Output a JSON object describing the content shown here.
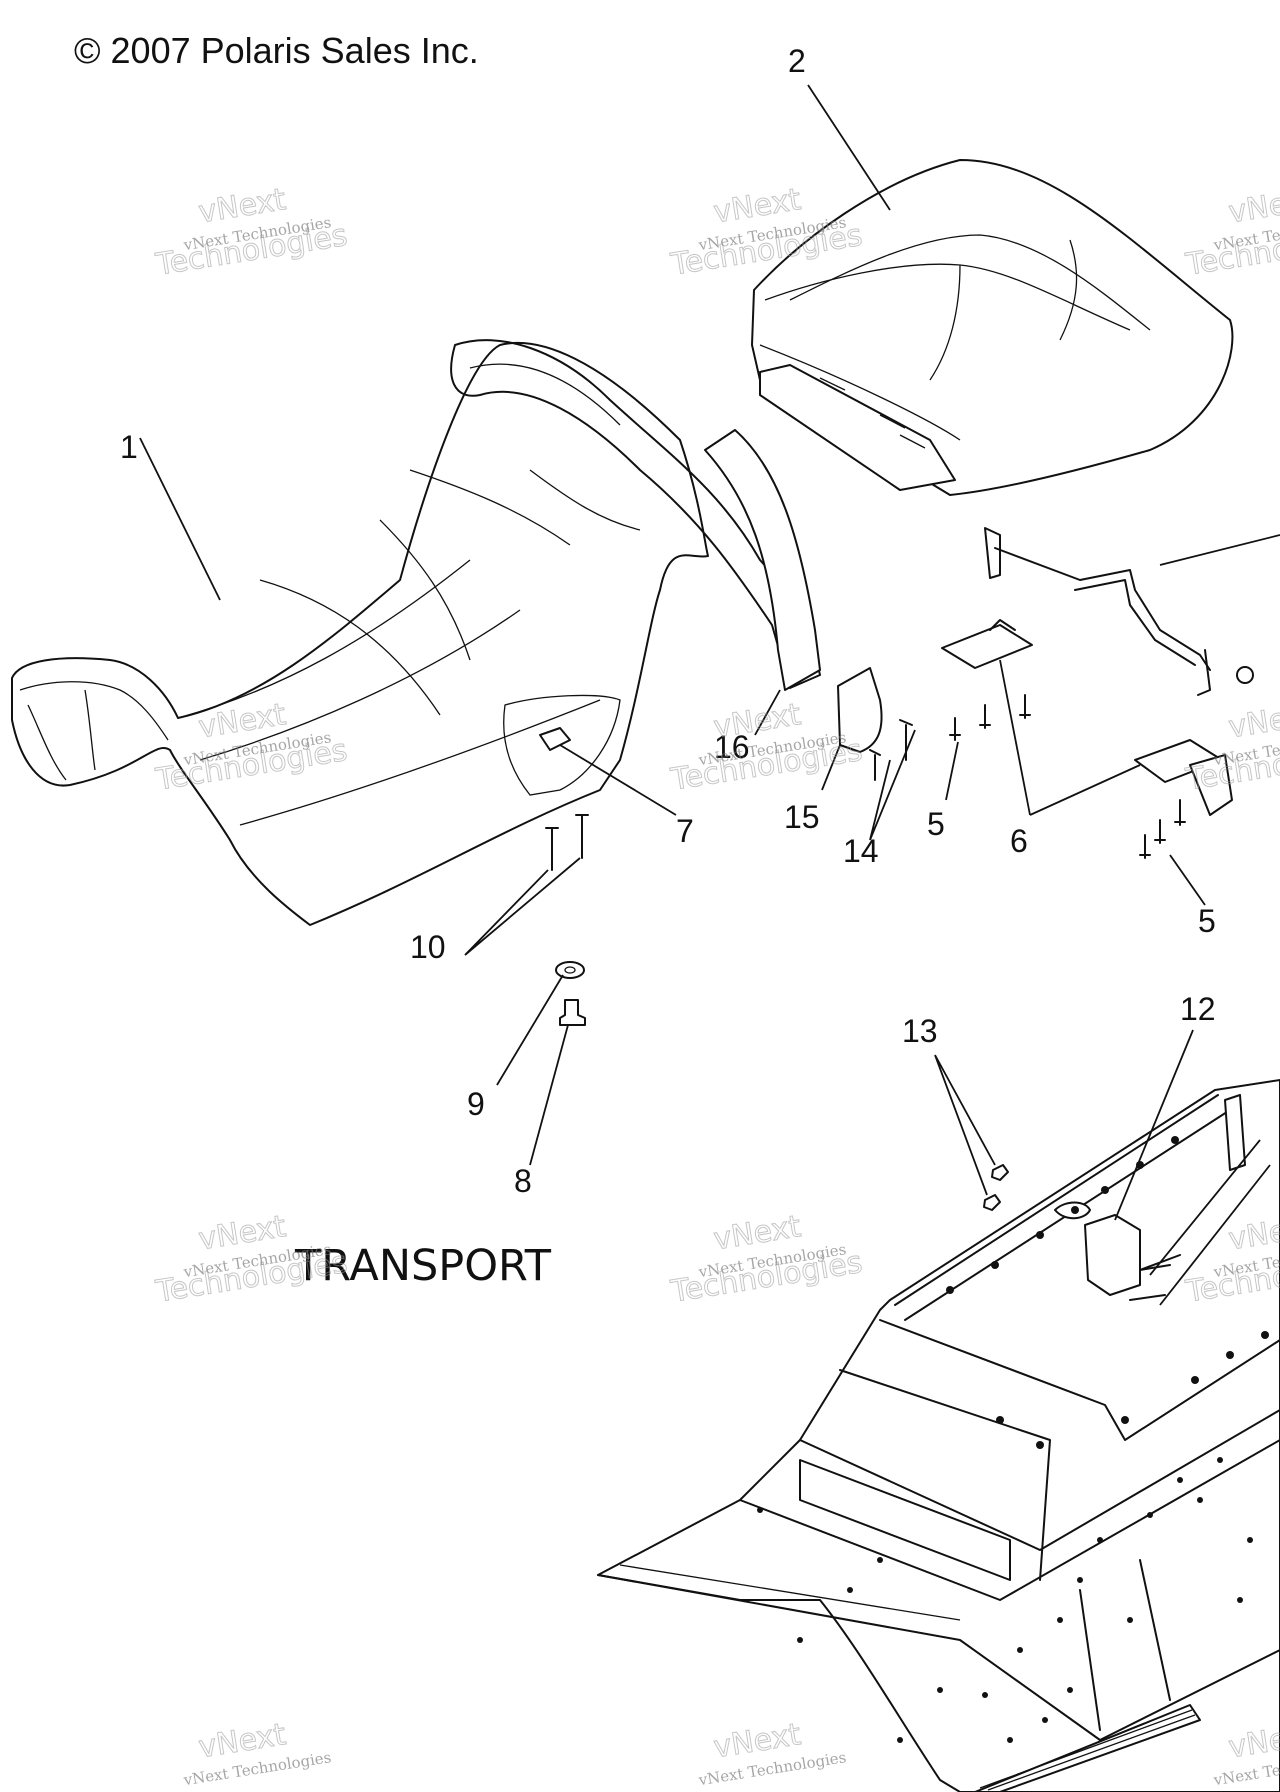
{
  "copyright": "© 2007 Polaris Sales Inc.",
  "section_heading": "TRANSPORT",
  "watermark": {
    "line1": "vNext",
    "line2": "vNext Technologies",
    "line3": "Technologies"
  },
  "callouts": [
    "1",
    "2",
    "5",
    "5",
    "6",
    "7",
    "8",
    "9",
    "10",
    "12",
    "13",
    "14",
    "15",
    "16"
  ]
}
